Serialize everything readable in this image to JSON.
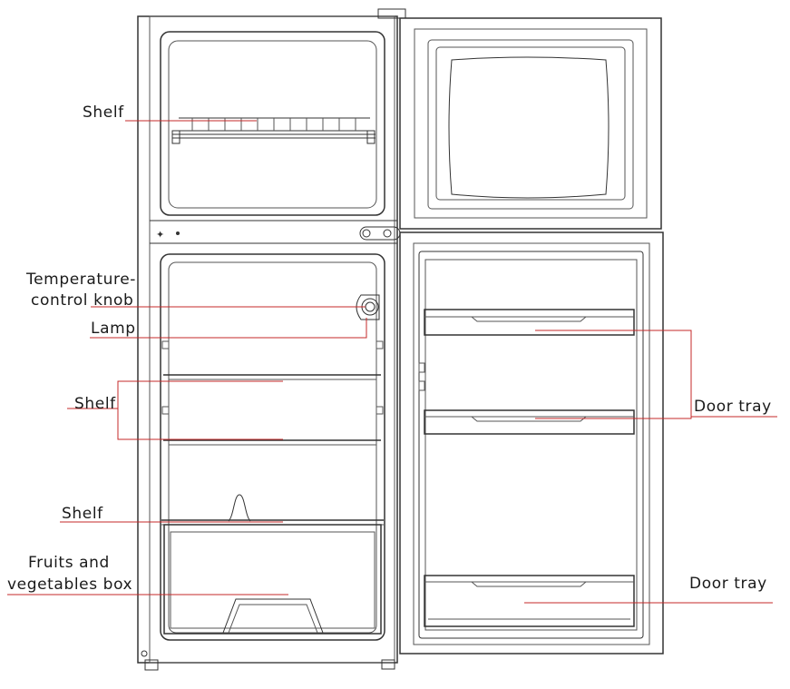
{
  "labels": {
    "shelf_freezer": "Shelf",
    "temp_knob_line1": "Temperature-",
    "temp_knob_line2": "control knob",
    "lamp": "Lamp",
    "shelf_fridge": "Shelf",
    "shelf_lower": "Shelf",
    "fruits_line1": "Fruits and",
    "fruits_line2": "vegetables box",
    "door_tray_upper": "Door  tray",
    "door_tray_lower": "Door  tray"
  },
  "colors": {
    "leader_line": "#c62828",
    "outline": "#333333"
  }
}
